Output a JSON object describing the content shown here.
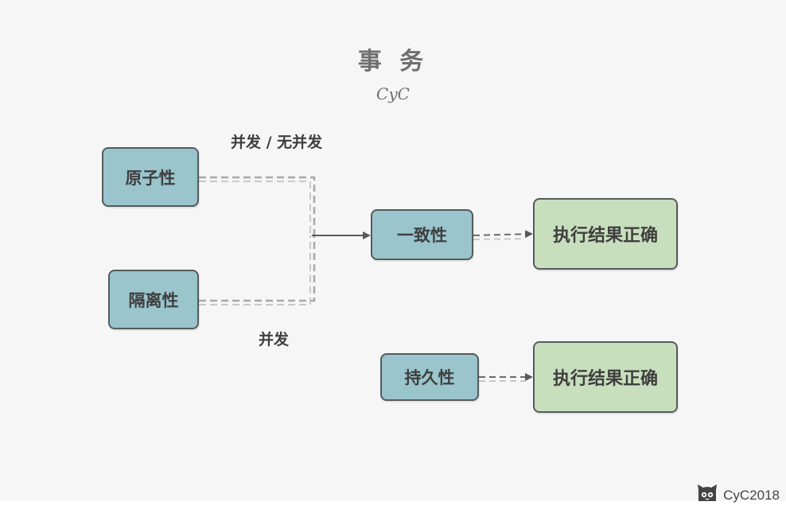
{
  "title": "事 务",
  "subtitle": "CyC",
  "nodes": {
    "atomicity": "原子性",
    "isolation": "隔离性",
    "consistency": "一致性",
    "durability": "持久性",
    "result_top": "执行结果正确",
    "result_bottom": "执行结果正确"
  },
  "edge_labels": {
    "top": "并发 / 无并发",
    "bottom": "并发"
  },
  "watermark": {
    "text": "CyC2018",
    "icon": "github-cat-icon"
  },
  "colors": {
    "node_blue": "#9ac5cd",
    "node_green": "#c8dfbd",
    "edge": "#a8a8a8",
    "arrow": "#5a5a5a"
  }
}
